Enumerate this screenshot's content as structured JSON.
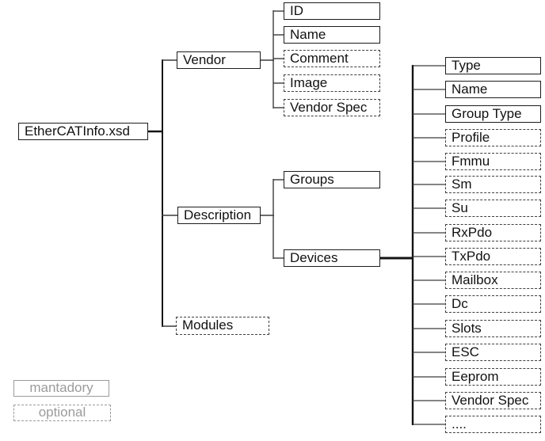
{
  "colors": {
    "background": "#ffffff",
    "text": "#111111",
    "mandatory_border": "#1c1c1c",
    "optional_border": "#3f3f3f",
    "legend_gray": "#9b9b9b",
    "connector": "#141414"
  },
  "diagram": {
    "root": {
      "label": "EtherCATInfo.xsd",
      "style": "mandatory"
    },
    "level1": [
      {
        "label": "Vendor",
        "style": "mandatory"
      },
      {
        "label": "Description",
        "style": "mandatory"
      },
      {
        "label": "Modules",
        "style": "optional"
      }
    ],
    "vendor_children": [
      {
        "label": "ID",
        "style": "mandatory"
      },
      {
        "label": "Name",
        "style": "mandatory"
      },
      {
        "label": "Comment",
        "style": "optional"
      },
      {
        "label": "Image",
        "style": "optional"
      },
      {
        "label": "Vendor Spec",
        "style": "optional"
      }
    ],
    "description_children": [
      {
        "label": "Groups",
        "style": "mandatory"
      },
      {
        "label": "Devices",
        "style": "mandatory"
      }
    ],
    "devices_children": [
      {
        "label": "Type",
        "style": "mandatory"
      },
      {
        "label": "Name",
        "style": "mandatory"
      },
      {
        "label": "Group Type",
        "style": "mandatory"
      },
      {
        "label": "Profile",
        "style": "optional"
      },
      {
        "label": "Fmmu",
        "style": "optional"
      },
      {
        "label": "Sm",
        "style": "optional"
      },
      {
        "label": "Su",
        "style": "optional"
      },
      {
        "label": "RxPdo",
        "style": "optional"
      },
      {
        "label": "TxPdo",
        "style": "optional"
      },
      {
        "label": "Mailbox",
        "style": "optional"
      },
      {
        "label": "Dc",
        "style": "optional"
      },
      {
        "label": "Slots",
        "style": "optional"
      },
      {
        "label": "ESC",
        "style": "optional"
      },
      {
        "label": "Eeprom",
        "style": "optional"
      },
      {
        "label": "Vendor Spec",
        "style": "optional"
      },
      {
        "label": "....",
        "style": "optional"
      }
    ],
    "legend": [
      {
        "label": "mantadory",
        "style": "mandatory"
      },
      {
        "label": "optional",
        "style": "optional"
      }
    ]
  }
}
